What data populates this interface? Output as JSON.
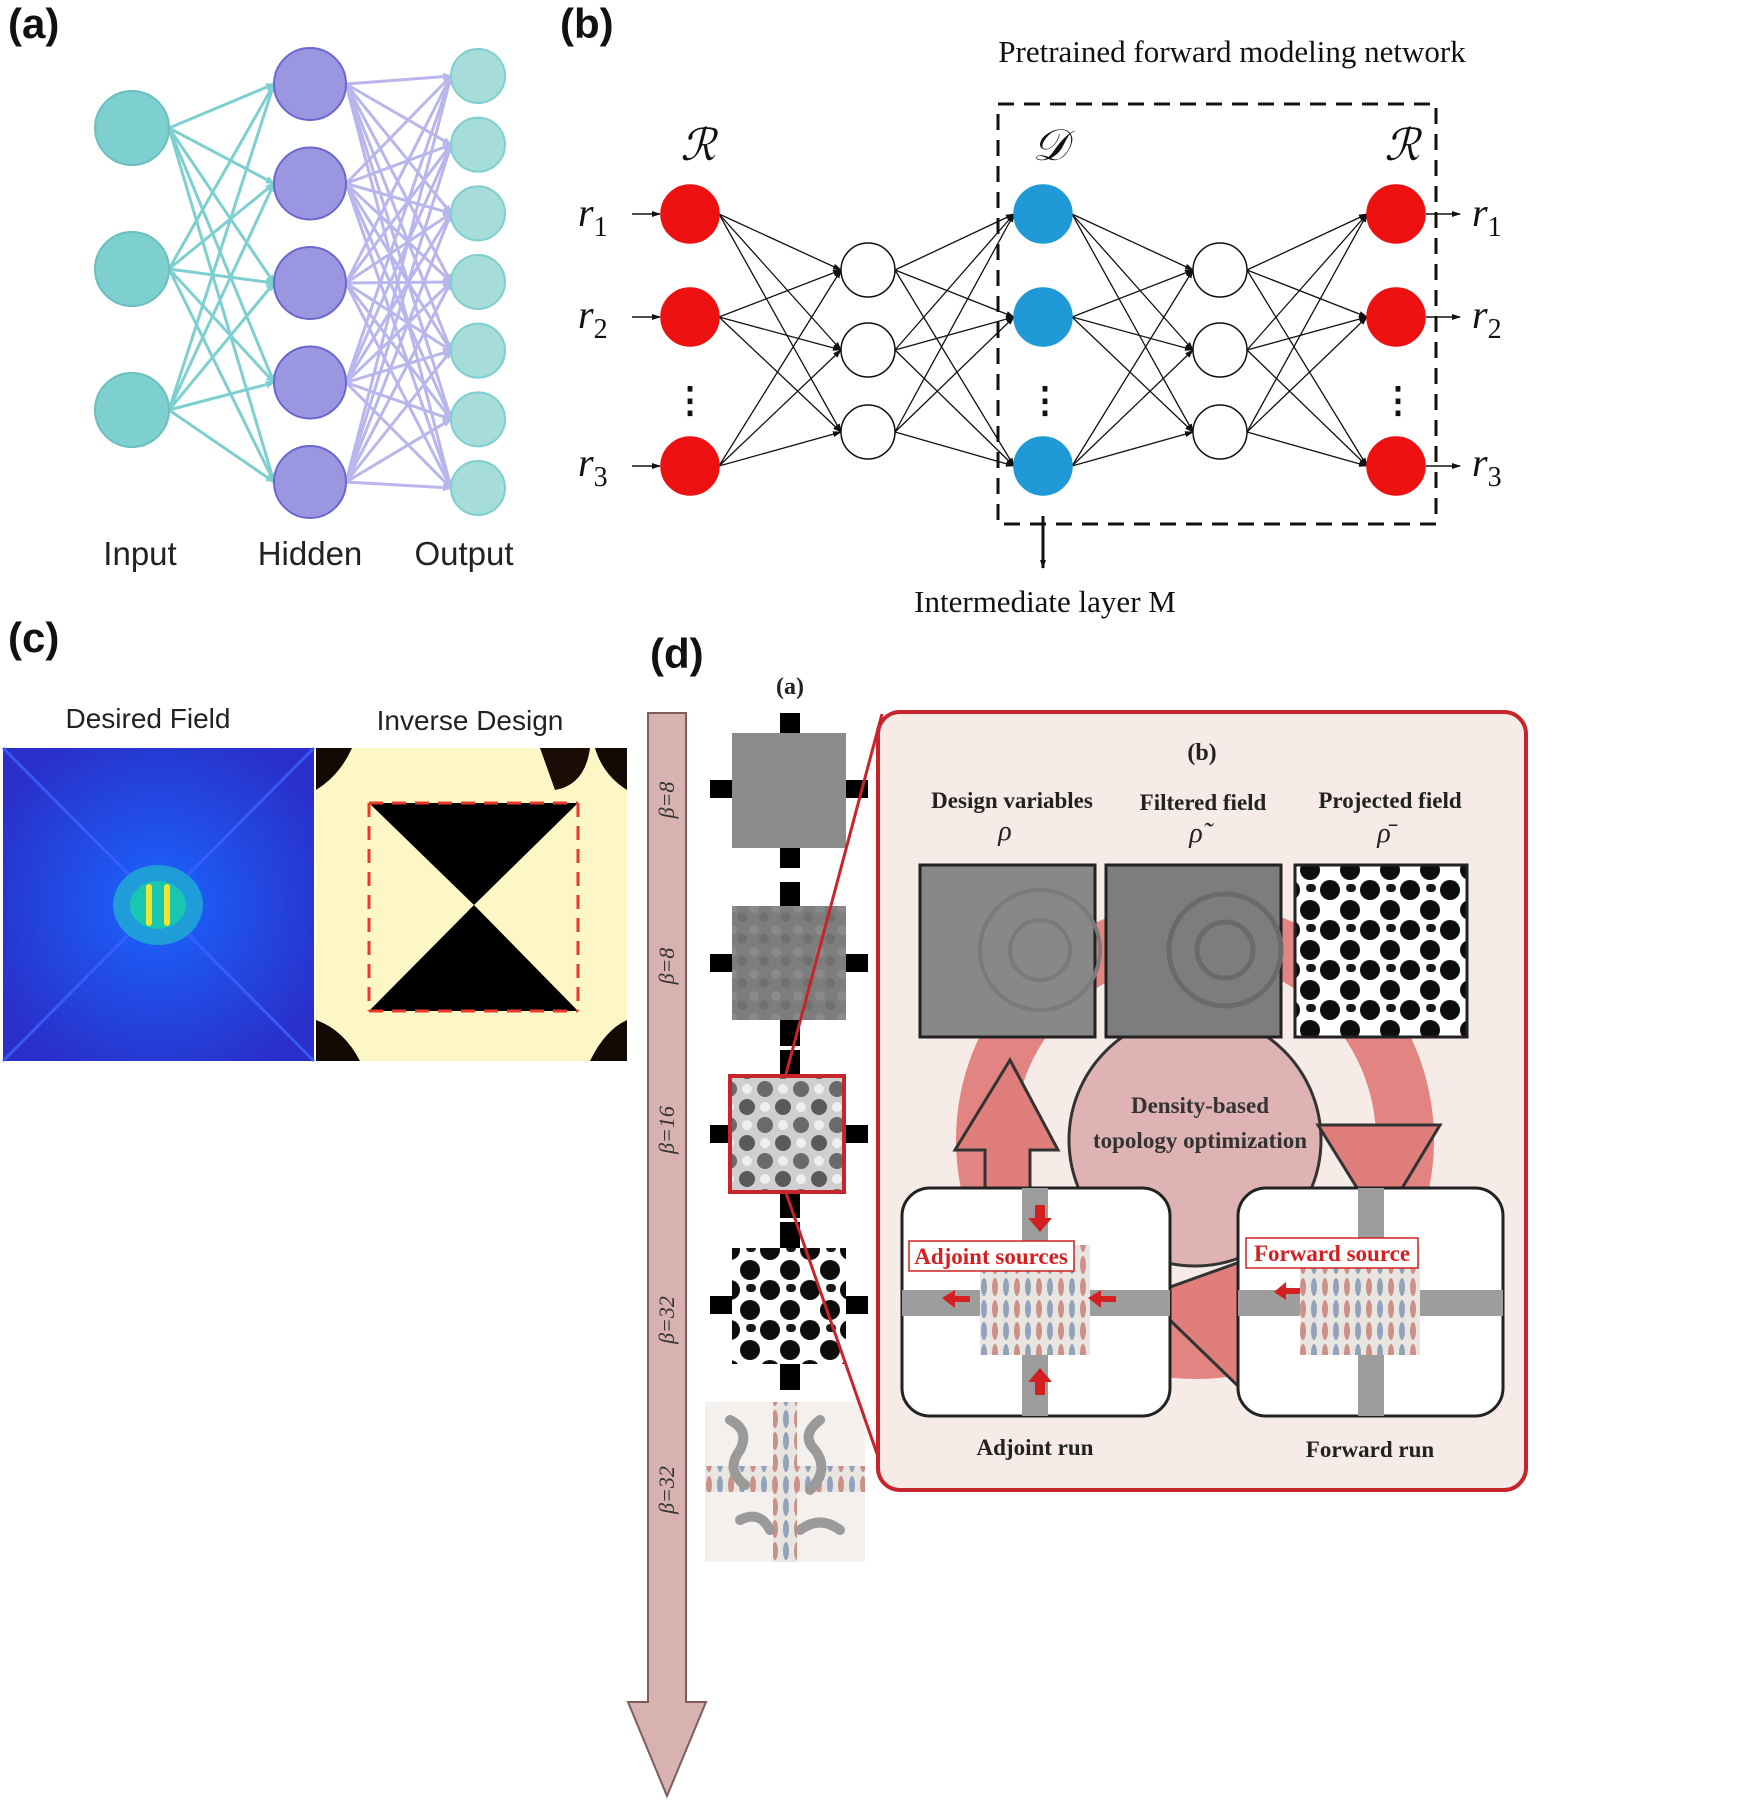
{
  "panel_labels": {
    "a": "(a)",
    "b": "(b)",
    "c": "(c)",
    "d": "(d)"
  },
  "panel_a": {
    "layers": [
      {
        "name": "Input",
        "nodes": 3
      },
      {
        "name": "Hidden",
        "nodes": 5
      },
      {
        "name": "Output",
        "nodes": 7
      }
    ],
    "colors": {
      "input": "#7ecfcf",
      "hidden": "#9a96e0",
      "output": "#a6dcda"
    }
  },
  "panel_b": {
    "title": "Pretrained forward modeling network",
    "group_label_left": "ℛ",
    "group_label_mid": "𝒟",
    "group_label_right": "ℛ",
    "inputs": [
      "r",
      "r",
      "r"
    ],
    "input_subs": [
      "1",
      "2",
      "3"
    ],
    "outputs": [
      "r",
      "r",
      "r"
    ],
    "output_subs": [
      "1",
      "2",
      "3"
    ],
    "ellipsis": "⋮",
    "intermediate_label": "Intermediate layer M",
    "colors": {
      "outer": "#ee1111",
      "mid": "#1f9ad6"
    }
  },
  "panel_c": {
    "left_title": "Desired Field",
    "right_title": "Inverse Design"
  },
  "panel_d": {
    "sub_a_label": "(a)",
    "sub_b_label": "(b)",
    "betas": [
      "β=8",
      "β=8",
      "β=16",
      "β=32",
      "β=32"
    ],
    "design_variables": "Design variables",
    "design_symbol": "ρ",
    "filtered_field": "Filtered field",
    "filtered_symbol": "ρ̃",
    "projected_field": "Projected field",
    "projected_symbol": "ρ̄",
    "center_line1": "Density-based",
    "center_line2": "topology optimization",
    "adjoint_sources": "Adjoint sources",
    "forward_source": "Forward source",
    "adjoint_run": "Adjoint run",
    "forward_run": "Forward run"
  }
}
